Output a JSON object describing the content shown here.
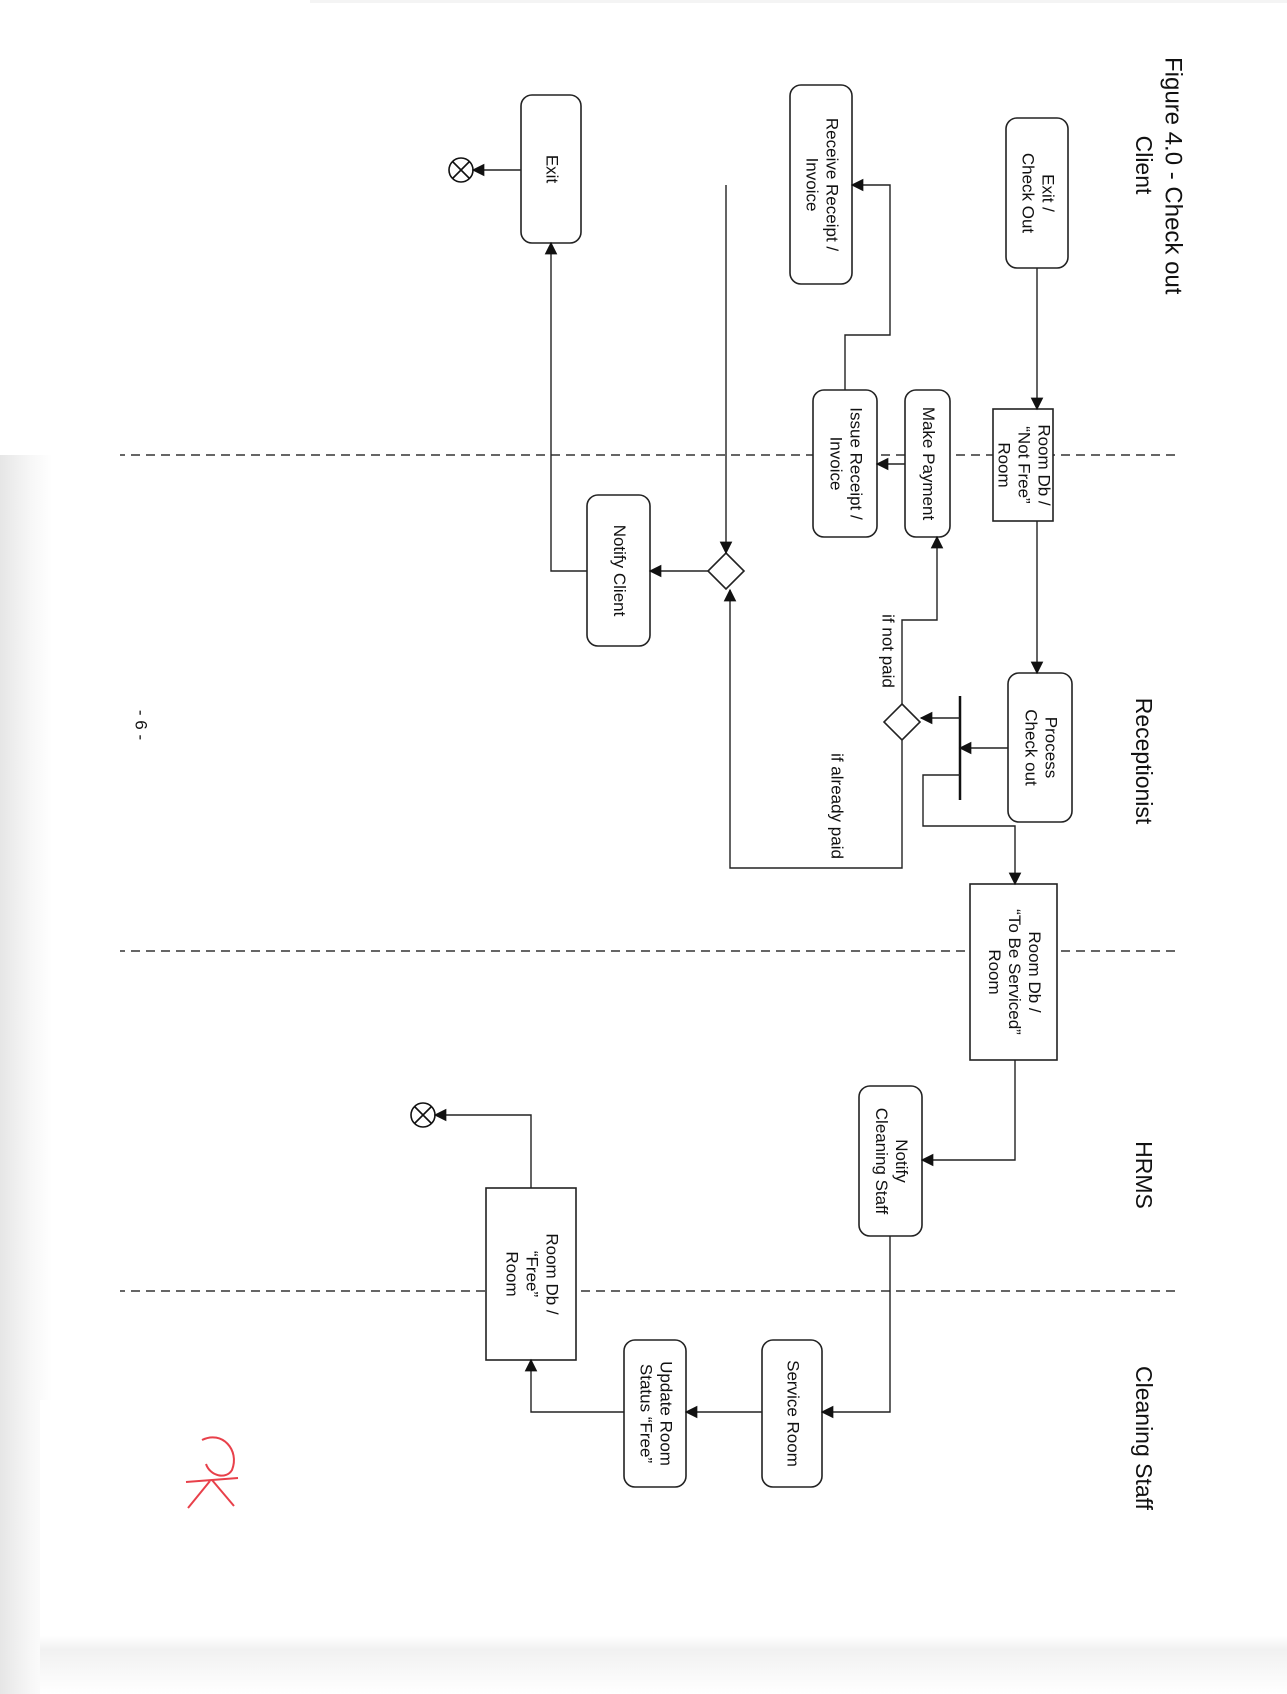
{
  "figure_title": "Figure 4.0 - Check out",
  "lanes": [
    "Client",
    "Receptionist",
    "HRMS",
    "Cleaning Staff"
  ],
  "activities": {
    "exit_check_out": [
      "Exit /",
      "Check Out"
    ],
    "room_not_free": [
      "Room Db /",
      "“Not Free”",
      "Room"
    ],
    "receive_receipt": [
      "Receive Receipt /",
      "Invoice"
    ],
    "make_payment": [
      "Make Payment"
    ],
    "issue_receipt": [
      "Issue Receipt /",
      "Invoice"
    ],
    "exit": [
      "Exit"
    ],
    "notify_client": [
      "Notify Client"
    ],
    "process_check_out": [
      "Process",
      "Check out"
    ],
    "room_to_be_serviced": [
      "Room Db /",
      "“To Be Serviced”",
      "Room"
    ],
    "notify_cleaning_staff": [
      "Notify",
      "Cleaning Staff"
    ],
    "room_free": [
      "Room Db /",
      "“Free”",
      "Room"
    ],
    "service_room": [
      "Service Room"
    ],
    "update_room_status": [
      "Update Room",
      "Status “Free”"
    ]
  },
  "guards": {
    "if_not_paid": "if not paid",
    "if_already_paid": "if already paid"
  },
  "page_number": "- 6 -",
  "handwritten_mark": "OK",
  "colors": {
    "ink": "#111111",
    "handwriting": "#e8404a",
    "paper": "#ffffff"
  }
}
